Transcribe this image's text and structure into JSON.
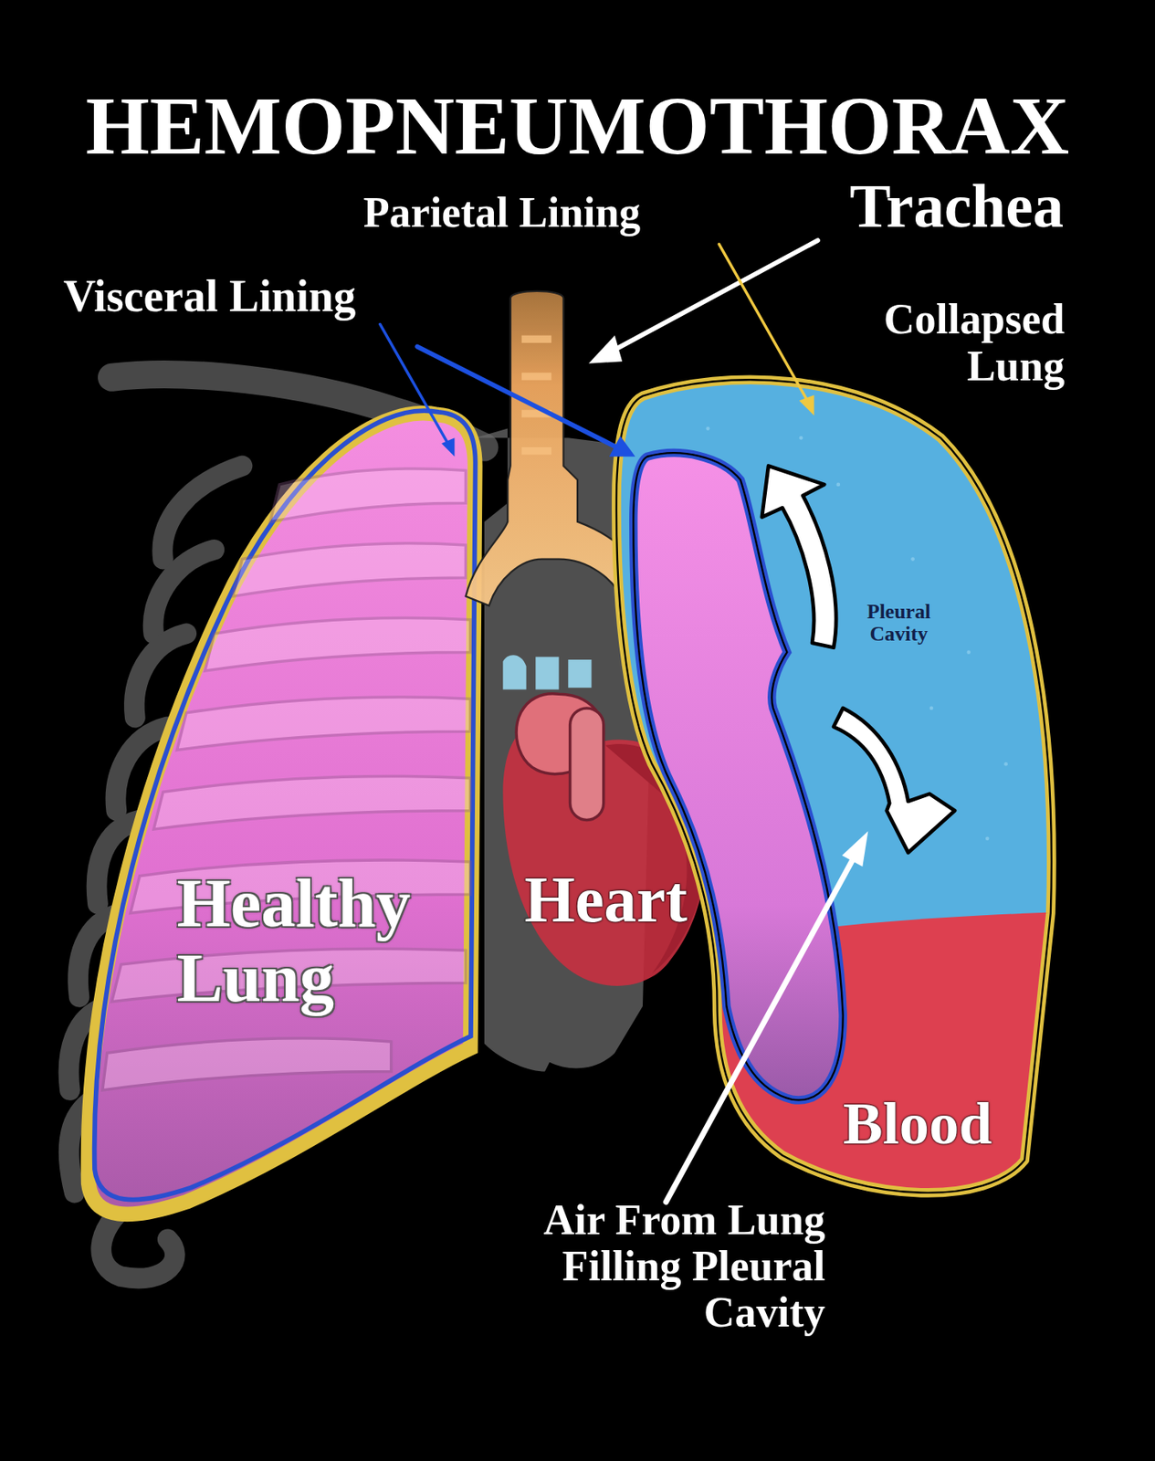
{
  "diagram": {
    "title": "HEMOPNEUMOTHORAX",
    "labels": [
      "Parietal Lining",
      "Trachea",
      "Visceral Lining",
      "Collapsed Lung",
      "Pleural Cavity",
      "Healthy Lung",
      "Heart",
      "Blood",
      "Air From Lung Filling Pleural Cavity"
    ]
  }
}
